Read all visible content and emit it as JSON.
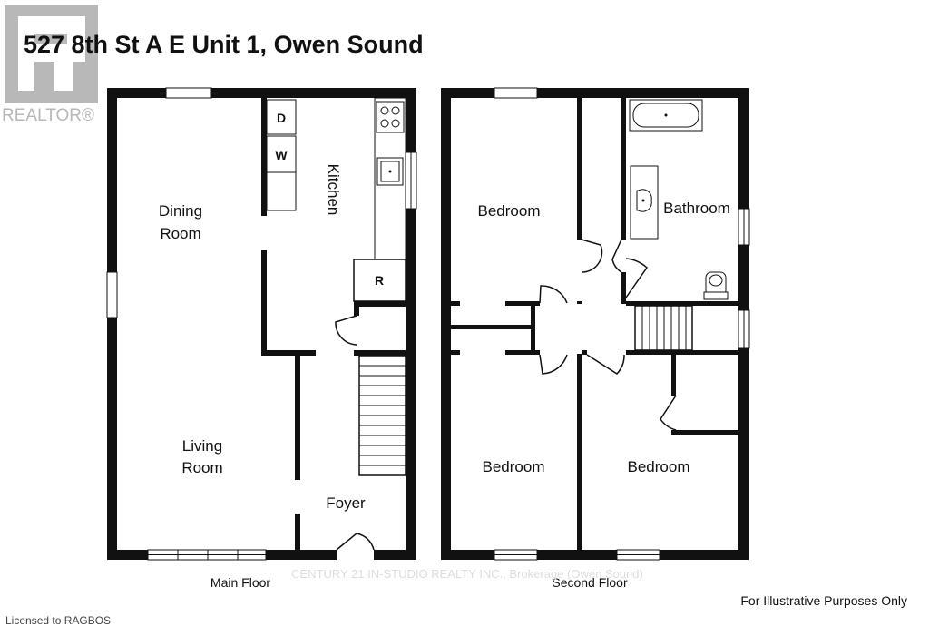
{
  "title": "527 8th St A E Unit 1, Owen Sound",
  "logo_text": "REALTOR®",
  "floors": {
    "main": {
      "caption": "Main Floor",
      "rooms": {
        "dining": [
          "Dining",
          "Room"
        ],
        "living": [
          "Living",
          "Room"
        ],
        "kitchen": "Kitchen",
        "foyer": "Foyer"
      },
      "appliances": {
        "dryer": "D",
        "washer": "W",
        "fridge": "R"
      }
    },
    "second": {
      "caption": "Second Floor",
      "rooms": {
        "bedroom_1": "Bedroom",
        "bathroom": "Bathroom",
        "bedroom_2": "Bedroom",
        "bedroom_3": "Bedroom"
      }
    }
  },
  "watermark": "CENTURY 21 IN-STUDIO REALTY INC., Brokerage (Owen Sound)",
  "disclaimer": "For Illustrative Purposes Only",
  "license": "Licensed to RAGBOS",
  "colors": {
    "wall": "#111111",
    "logo": "#b8b8b8"
  }
}
